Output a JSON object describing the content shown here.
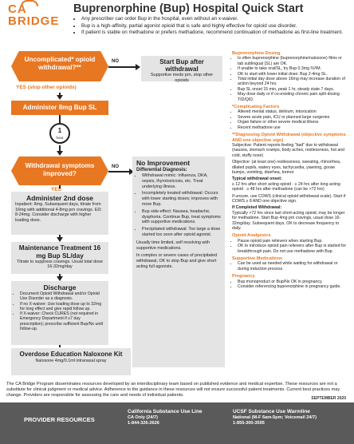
{
  "logo": {
    "line1": "CA",
    "line2": "BRIDGE"
  },
  "title": "Buprenorphine (Bup) Hospital Quick Start",
  "intro_bullets": [
    "Any prescriber can order Bup in the hospital, even without an x-waiver.",
    "Bup is a high-affinity, partial agonist opioid that is safe and highly effective for opioid use disorder.",
    "If patient is stable on methadone or prefers methadone, recommend continuation of methadone as first-line treatment."
  ],
  "flow": {
    "q1": "Uncomplicated* opioid withdrawal?**",
    "no1": "NO",
    "start_bup_title": "Start Bup after withdrawal",
    "start_bup_text": "Supportive meds prn, stop other opioids",
    "yes1": "YES (stop other opioids)",
    "administer1": "Administer 8mg Bup SL",
    "wait_hours": "1",
    "wait_unit": "hour",
    "q2": "Withdrawal symptoms improved?",
    "no2": "NO",
    "yes2": "YES",
    "admin2_title": "Administer 2nd dose",
    "admin2_text": "Inpatient: 8mg. Subsequent days, titrate from 16mg with additional 4-8mg prn cravings. ED: 8-24mg. Consider discharge with higher loading dose.",
    "maint_title": "Maintenance Treatment 16 mg Bup SL/day",
    "maint_text": "Titrate to suppress cravings. Usual total dose 16-32mg/day",
    "discharge_title": "Discharge",
    "discharge_items": [
      "Document Opioid Withdrawal and/or Opioid Use Disorder as a diagnosis.",
      "If no X-waiver: Use loading dose up to 32mg for long effect and give rapid follow up.",
      "If X-waiver: Check CURES (not required in Emergency Department if ≤7 day prescription); prescribe sufficient Bup/Nx until follow-up."
    ],
    "naloxone_title": "Overdose Education Naloxone Kit",
    "naloxone_text": "Naloxone 4mg/0.1ml intranasal spray",
    "noimp_title": "No Improvement",
    "noimp_sub": "Differential Diagnosis:",
    "noimp_items": [
      "Withdrawal mimic: Influenza, DKA, sepsis, thyrotoxicosis, etc. Treat underlying illness.",
      "Incompletely treated withdrawal: Occurs with lower starting doses; improves with more Bup.",
      "Bup side-effect: Nausea, headache, dysphoria. Continue Bup, treat symptoms with supportive medications.",
      "Precipitated withdrawal: Too large a dose started too soon after opioid agonist."
    ],
    "noimp_p1": "Usually time limited, self resolving with supportive medications.",
    "noimp_p2": "In complex or severe cases of precipitated withdrawal, OK to stop Bup and give short acting full agonists."
  },
  "right": {
    "dosing_h": "Buprenorphine Dosing",
    "dosing_items": [
      "Is often buprenorphine (buprenorphine/naloxone) films or tab sublingual (SL) are OK.",
      "If unable to take oral/SL, try Bup 0.3mg IV/IM.",
      "OK to start with lower initial dose: Bup 2-4mg SL.",
      "Total initial day dose above 16mg may increase duration of action beyond 24 hrs.",
      "Bup SL onset 15 min, peak 1 hr, steady state 7 days.",
      "May dose daily or if co-existing chronic pain split dosing TID/QID."
    ],
    "complicating_h": "*Complicating Factors",
    "complicating_items": [
      "Altered mental status, delirium, intoxication",
      "Severe acute pain, ICU or planned large surgeries",
      "Organ failure or other severe medical illness",
      "Recent methadone use"
    ],
    "diag_h": "**Diagnosing Opioid Withdrawal (objective symptoms AND one objective sign)",
    "diag_subj": "Subjective: Patient reports feeling \"bad\" due to withdrawal (nausea, stomach cramps, body aches, restlessness, hot and cold, stuffy nose)",
    "diag_obj": "Objective: (at least one) restlessness, sweating, rhinorrhea, dilated pupils, watery eyes, tachycardia, yawning, goose bumps, vomiting, diarrhea, tremor",
    "onset_h": "Typical withdrawal onset:",
    "onset_text": "≥ 12 hrs after short acting opioid · ≥ 24 hrs after long acting opioid · ≥ 48 hrs after methadone (can be >72 hrs)",
    "cows_text": "If unsure, use COWS (clinical opioid withdrawal scale). Start if COWS ≥ 8 AND one objective sign.",
    "methadone_h": "If Completed Withdrawal:",
    "methadone_text": "Typically >72 hrs since last short-acting opioid, may be longer for methadone. Start Bup 4mg prn cravings, usual dose 16-32mg/day. Subsequent days, OK to decrease frequency to daily.",
    "agonists_h": "Opioid Analgesics",
    "agonists_items": [
      "Pause opioid pain relievers when starting Bup.",
      "OK to introduce opioid pain relievers after Bup is started for breakthrough pain. Do not use methadone with Bup."
    ],
    "support_h": "Supportive Medications",
    "support_items": [
      "Can be used as needed while waiting for withdrawal or during induction process"
    ],
    "preg_h": "Pregnancy",
    "preg_items": [
      "Bup monoproduct or Bup/Nx OK in pregnancy.",
      "Consider referencing buprenorphine in pregnancy guide."
    ]
  },
  "footer_note": "The CA Bridge Program disseminates resources developed by an interdisciplinary team based on published evidence and medical expertise. These resources are not a substitute for clinical judgment or medical advice. Adherence to the guidance in these resources will not ensure successful patient treatments. Current best practices may change. Providers are responsible for assessing the care and needs of individual patients.",
  "date": "SEPTEMBER 2020",
  "footer": {
    "provider": "PROVIDER RESOURCES",
    "ca_title": "California Substance Use Line",
    "ca_line1": "CA  Only (24/7)",
    "ca_line2": "1-844-326-2626",
    "ucsf_title": "UCSF Substance Use Warmline",
    "ucsf_line1": "National (M-F 6am-5pm; Voicemail 24/7)",
    "ucsf_line2": "1-855-300-3595"
  },
  "colors": {
    "accent": "#e87722",
    "gray_box": "#e4e4e4",
    "footer": "#5a5a5a"
  }
}
